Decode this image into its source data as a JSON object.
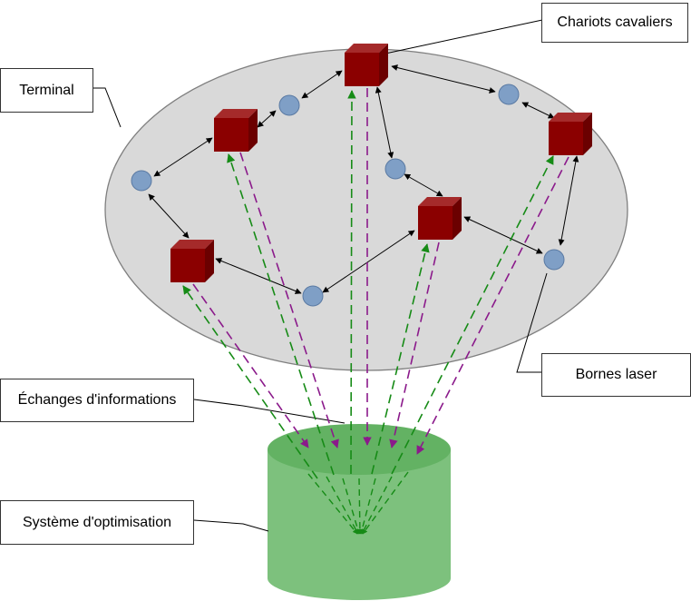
{
  "labels": {
    "chariots": "Chariots cavaliers",
    "terminal": "Terminal",
    "bornes": "Bornes laser",
    "echanges": "Échanges d'informations",
    "systeme": "Système d'optimisation"
  },
  "colors": {
    "terminal_fill": "#d9d9d9",
    "terminal_stroke": "#7f7f7f",
    "cube_front": "#8b0000",
    "cube_top": "#a52a2a",
    "cube_side": "#6b0000",
    "node_fill": "#7f9fc6",
    "node_stroke": "#5a7aa3",
    "db_body": "#7dc17d",
    "db_top": "#63b263",
    "arrow_black": "#000000",
    "arrow_green": "#168b16",
    "arrow_purple": "#8b1a8b"
  }
}
